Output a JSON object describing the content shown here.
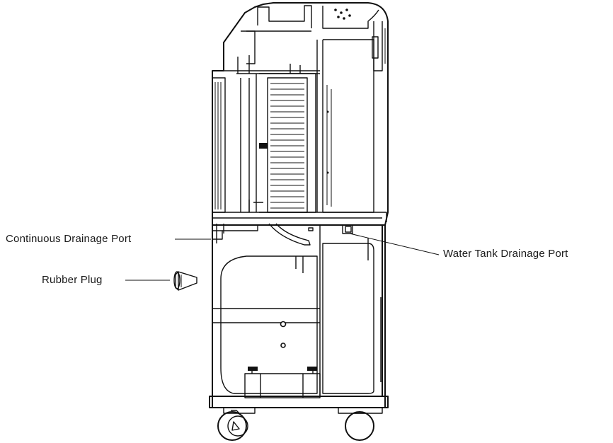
{
  "labels": {
    "continuous_drainage_port": "Continuous Drainage Port",
    "water_tank_drainage_port": "Water Tank Drainage Port",
    "rubber_plug": "Rubber Plug"
  },
  "colors": {
    "line": "#111111",
    "background": "#ffffff"
  }
}
